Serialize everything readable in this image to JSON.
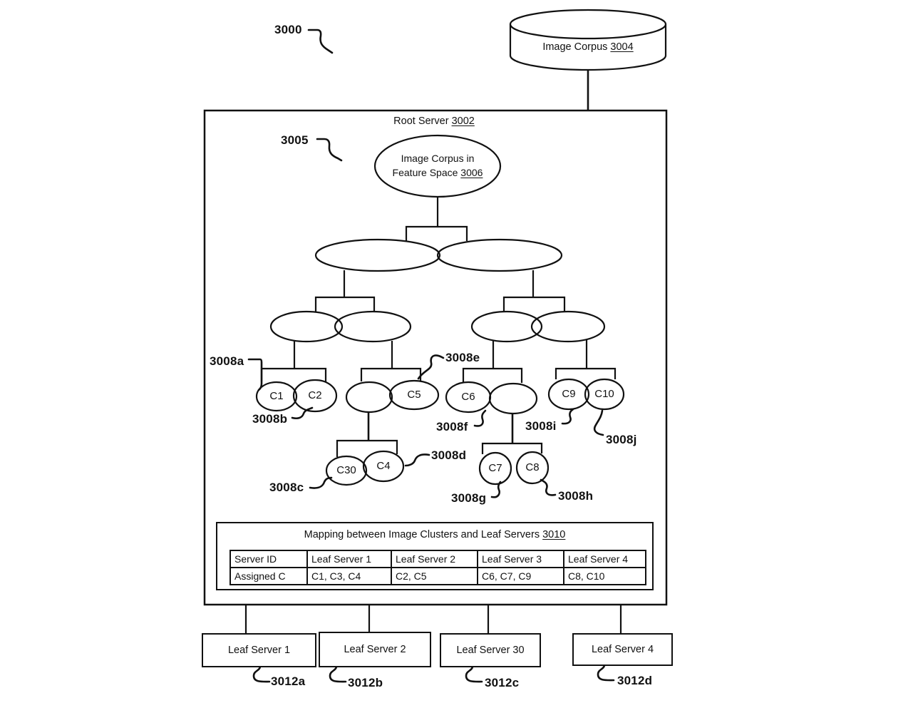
{
  "fig": {
    "ref_3000": "3000",
    "ref_3005": "3005",
    "corpus": {
      "label": "Image Corpus",
      "ref": "3004"
    },
    "root_server": {
      "label": "Root Server",
      "ref": "3002"
    },
    "feature_space": {
      "line1": "Image Corpus in",
      "line2": "Feature Space",
      "ref": "3006"
    },
    "clusters": {
      "c1": "C1",
      "c2": "C2",
      "c5": "C5",
      "c6": "C6",
      "c9": "C9",
      "c10": "C10",
      "c30": "C30",
      "c4": "C4",
      "c7": "C7",
      "c8": "C8"
    },
    "cluster_refs": {
      "a": "3008a",
      "b": "3008b",
      "c": "3008c",
      "d": "3008d",
      "e": "3008e",
      "f": "3008f",
      "g": "3008g",
      "h": "3008h",
      "i": "3008i",
      "j": "3008j"
    },
    "mapping_table": {
      "title": "Mapping between Image Clusters and Leaf Servers",
      "ref": "3010",
      "headers": [
        "Server ID",
        "Leaf Server 1",
        "Leaf Server 2",
        "Leaf Server 3",
        "Leaf Server 4"
      ],
      "row_label": "Assigned C",
      "row_values": [
        "C1, C3, C4",
        "C2, C5",
        "C6, C7, C9",
        "C8, C10"
      ]
    },
    "leaf_servers": [
      {
        "label": "Leaf Server 1",
        "ref": "3012a"
      },
      {
        "label": "Leaf Server 2",
        "ref": "3012b"
      },
      {
        "label": "Leaf Server 30",
        "ref": "3012c"
      },
      {
        "label": "Leaf Server 4",
        "ref": "3012d"
      }
    ]
  }
}
